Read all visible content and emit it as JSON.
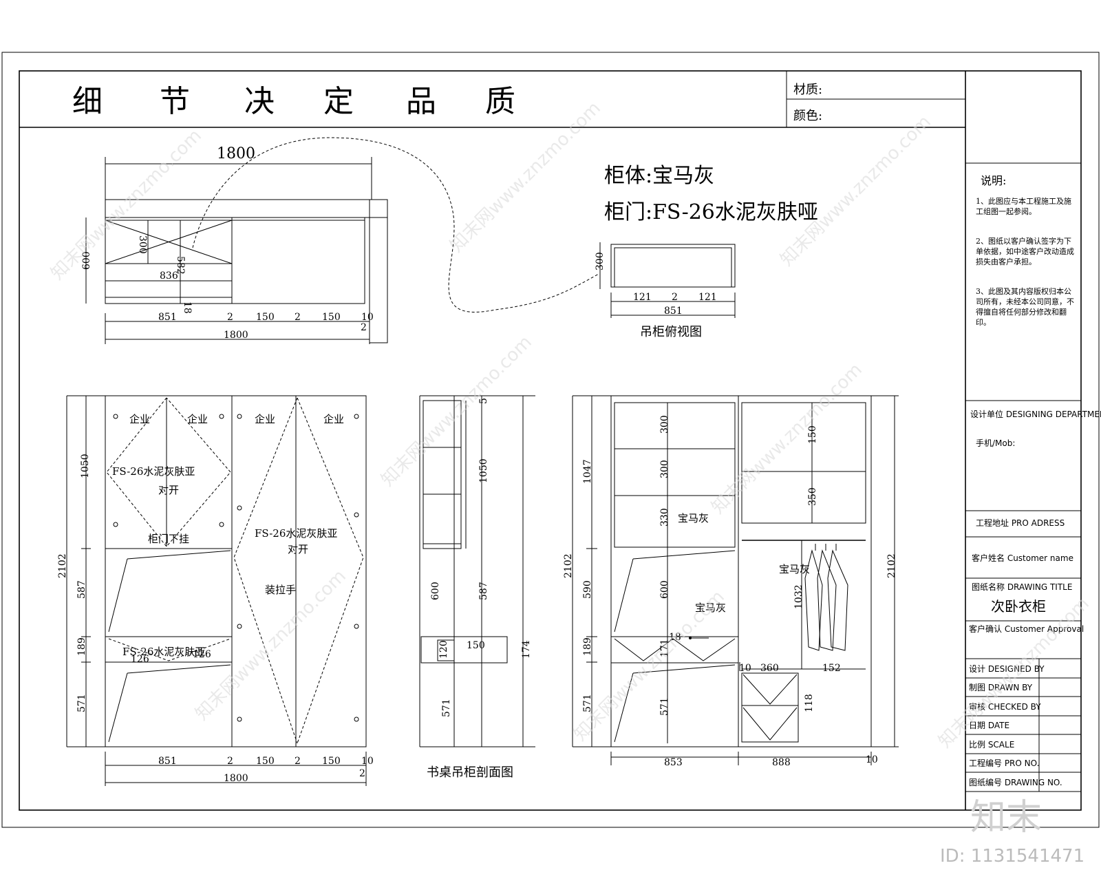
{
  "header": {
    "title_chars": [
      "细",
      "节",
      "决",
      "定",
      "品",
      "质"
    ],
    "material_label": "材质:",
    "color_label": "颜色:"
  },
  "material_notes": {
    "cabinet_body": "柜体:宝马灰",
    "cabinet_door": "柜门:FS-26水泥灰肤哑"
  },
  "plan_view": {
    "width_top": "1800",
    "height_left": "600",
    "inner_a": "300",
    "inner_b": "582",
    "inner_c": "836",
    "inner_d": "18",
    "bottom_dims": [
      "851",
      "2",
      "150",
      "2",
      "150",
      "10"
    ],
    "total": "1800",
    "right_small": "2"
  },
  "top_hanging": {
    "title": "吊柜俯视图",
    "height": "300",
    "dims": [
      "121",
      "2",
      "121"
    ],
    "total": "851"
  },
  "front_view": {
    "left_dims": [
      "1050",
      "587",
      "189",
      "571"
    ],
    "overall": "2102",
    "door_labels": [
      "企业",
      "企业",
      "企业",
      "企业"
    ],
    "door_text_left": "FS-26水泥灰肤亚",
    "door_text_left2": "对开",
    "door_text_right": "FS-26水泥灰肤亚",
    "door_text_right2": "对开",
    "hinge_label": "柜门下挂",
    "handle_label": "装拉手",
    "drawer_text": "FS-26水泥灰肤亚",
    "drawer_dims": [
      "126",
      "126"
    ],
    "bottom_dims": [
      "851",
      "2",
      "150",
      "2",
      "150",
      "10"
    ],
    "total": "1800",
    "right_small": "2"
  },
  "section_view": {
    "title": "书桌吊柜剖面图",
    "dims": [
      "1050",
      "600",
      "587",
      "150",
      "120",
      "174",
      "571"
    ],
    "top": "5"
  },
  "side_view": {
    "left_dims": [
      "1047",
      "590",
      "189",
      "571"
    ],
    "overall": "2102",
    "right_overall": "2102",
    "inner_dims": [
      "300",
      "300",
      "330",
      "600",
      "171",
      "150",
      "350",
      "1032",
      "360",
      "152",
      "118",
      "10",
      "18",
      "571"
    ],
    "labels": [
      "宝马灰",
      "宝马灰",
      "宝马灰"
    ],
    "bottom_dims": [
      "853",
      "888",
      "10"
    ]
  },
  "notes": {
    "title": "说明:",
    "items": [
      "1、此图应与本工程施工及施工组图一起参阅。",
      "2、图纸以客户确认签字为下单依据，如中途客户改动造成损失由客户承担。",
      "3、此图及其内容版权归本公司所有，未经本公司同意，不得擅自将任何部分修改和翻印。"
    ]
  },
  "title_block": {
    "design_unit": "设计单位 DESIGNING DEPARTMENT",
    "phone": "手机/Mob:",
    "project_addr": "工程地址 PRO ADRESS",
    "customer_name": "客户姓名 Customer name",
    "drawing_name_label": "图纸名称 DRAWING TITLE",
    "drawing_name": "次卧衣柜",
    "customer_confirm": "客户确认 Customer Approval",
    "rows": [
      "设计 DESIGNED BY",
      "制图 DRAWN BY",
      "审核 CHECKED BY",
      "日期 DATE",
      "比例 SCALE",
      "工程编号 PRO NO.",
      "图纸编号 DRAWING NO."
    ]
  },
  "branding": {
    "logo": "知末",
    "id": "ID: 1131541471",
    "watermark": "知末网www.znzmo.com"
  }
}
